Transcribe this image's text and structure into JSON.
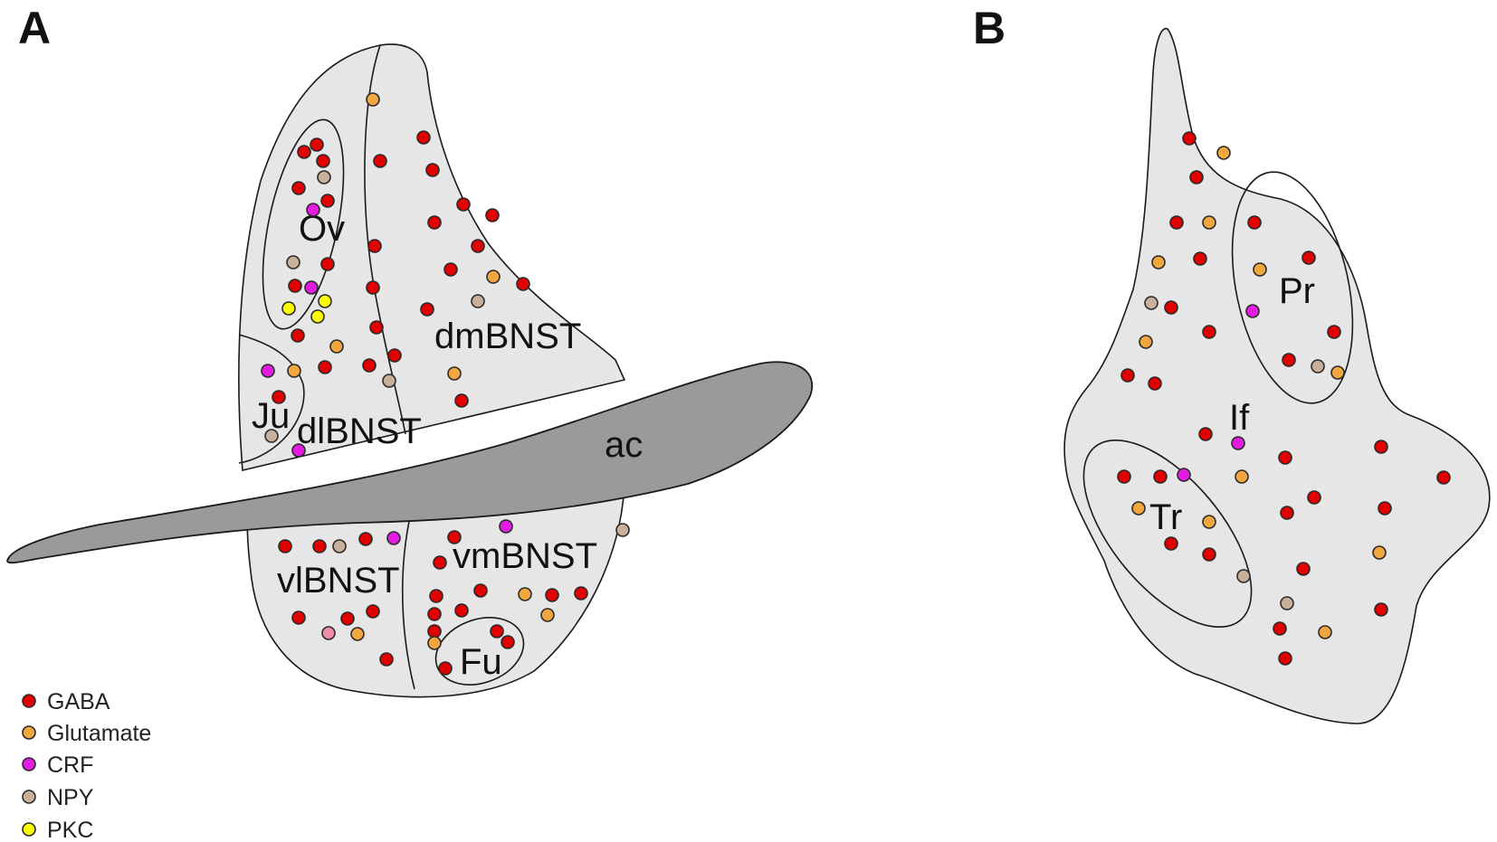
{
  "colors": {
    "GABA": "#e00000",
    "Glutamate": "#f2a640",
    "CRF": "#e21ce2",
    "NPY": "#c9b09a",
    "PKC": "#ffff00",
    "unlabeled": "#f08ca8",
    "background": "#ffffff",
    "region_fill": "#e6e6e6",
    "ac_fill": "#9a9a9a"
  },
  "panels": [
    {
      "id": "A",
      "letter": "A"
    },
    {
      "id": "B",
      "letter": "B"
    }
  ],
  "regions": {
    "A": [
      {
        "name": "Ov",
        "label": "Ov"
      },
      {
        "name": "Ju",
        "label": "Ju"
      },
      {
        "name": "dlBNST",
        "label": "dlBNST"
      },
      {
        "name": "dmBNST",
        "label": "dmBNST"
      },
      {
        "name": "ac",
        "label": "ac"
      },
      {
        "name": "vlBNST",
        "label": "vlBNST"
      },
      {
        "name": "vmBNST",
        "label": "vmBNST"
      },
      {
        "name": "Fu",
        "label": "Fu"
      }
    ],
    "B": [
      {
        "name": "Pr",
        "label": "Pr"
      },
      {
        "name": "If",
        "label": "If"
      },
      {
        "name": "Tr",
        "label": "Tr"
      }
    ]
  },
  "legend": [
    {
      "key": "GABA",
      "label": "GABA"
    },
    {
      "key": "Glutamate",
      "label": "Glutamate"
    },
    {
      "key": "CRF",
      "label": "CRF"
    },
    {
      "key": "NPY",
      "label": "NPY"
    },
    {
      "key": "PKC",
      "label": "PKC"
    }
  ]
}
